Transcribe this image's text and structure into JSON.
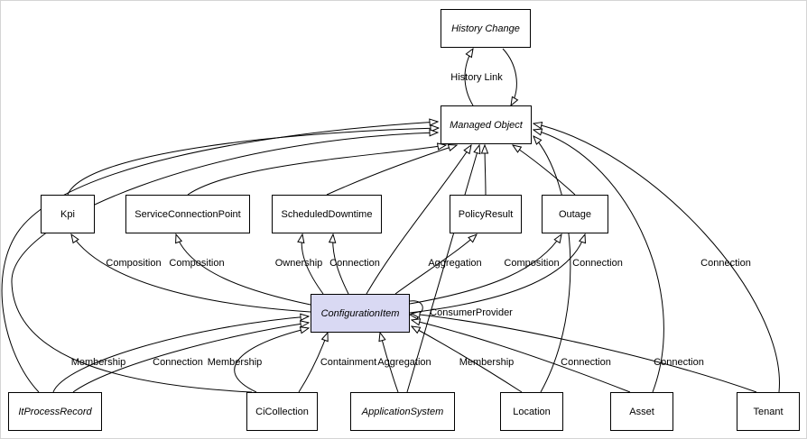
{
  "diagram_type": "uml-class-diagram",
  "colors": {
    "node_border": "#000000",
    "node_fill": "#ffffff",
    "highlight_fill": "#d9d9f3",
    "edge_color": "#000000",
    "background": "#ffffff"
  },
  "nodes": {
    "history_change": {
      "label": "History Change",
      "abstract": true
    },
    "managed_object": {
      "label": "Managed Object",
      "abstract": true
    },
    "kpi": {
      "label": "Kpi",
      "abstract": false
    },
    "service_connection_point": {
      "label": "ServiceConnectionPoint",
      "abstract": false
    },
    "scheduled_downtime": {
      "label": "ScheduledDowntime",
      "abstract": false
    },
    "policy_result": {
      "label": "PolicyResult",
      "abstract": false
    },
    "outage": {
      "label": "Outage",
      "abstract": false
    },
    "configuration_item": {
      "label": "ConfigurationItem",
      "abstract": true,
      "highlighted": true
    },
    "it_process_record": {
      "label": "ItProcessRecord",
      "abstract": true
    },
    "ci_collection": {
      "label": "CiCollection",
      "abstract": false
    },
    "application_system": {
      "label": "ApplicationSystem",
      "abstract": true
    },
    "location": {
      "label": "Location",
      "abstract": false
    },
    "asset": {
      "label": "Asset",
      "abstract": false
    },
    "tenant": {
      "label": "Tenant",
      "abstract": false
    }
  },
  "edge_labels": [
    {
      "text": "History Link"
    },
    {
      "text": "Composition"
    },
    {
      "text": "Composition"
    },
    {
      "text": "Ownership"
    },
    {
      "text": "Connection"
    },
    {
      "text": "Aggregation"
    },
    {
      "text": "Composition"
    },
    {
      "text": "Connection"
    },
    {
      "text": "Connection"
    },
    {
      "text": "ConsumerProvider"
    },
    {
      "text": "Membership"
    },
    {
      "text": "Connection"
    },
    {
      "text": "Membership"
    },
    {
      "text": "Containment"
    },
    {
      "text": "Aggregation"
    },
    {
      "text": "Membership"
    },
    {
      "text": "Connection"
    },
    {
      "text": "Connection"
    }
  ],
  "edges": [
    {
      "from": "History Change",
      "to": "Managed Object",
      "label": "History Link"
    },
    {
      "from": "Kpi",
      "to": "Managed Object",
      "label": ""
    },
    {
      "from": "ServiceConnectionPoint",
      "to": "Managed Object",
      "label": ""
    },
    {
      "from": "ScheduledDowntime",
      "to": "Managed Object",
      "label": ""
    },
    {
      "from": "PolicyResult",
      "to": "Managed Object",
      "label": ""
    },
    {
      "from": "Outage",
      "to": "Managed Object",
      "label": ""
    },
    {
      "from": "ConfigurationItem",
      "to": "Managed Object",
      "label": ""
    },
    {
      "from": "ItProcessRecord",
      "to": "Managed Object",
      "label": ""
    },
    {
      "from": "CiCollection",
      "to": "Managed Object",
      "label": ""
    },
    {
      "from": "ApplicationSystem",
      "to": "Managed Object",
      "label": ""
    },
    {
      "from": "Location",
      "to": "Managed Object",
      "label": ""
    },
    {
      "from": "Asset",
      "to": "Managed Object",
      "label": ""
    },
    {
      "from": "Tenant",
      "to": "Managed Object",
      "label": "Connection"
    },
    {
      "from": "ConfigurationItem",
      "to": "Kpi",
      "label": "Composition"
    },
    {
      "from": "ConfigurationItem",
      "to": "ServiceConnectionPoint",
      "label": "Composition"
    },
    {
      "from": "ConfigurationItem",
      "to": "ScheduledDowntime",
      "label": "Ownership"
    },
    {
      "from": "ConfigurationItem",
      "to": "ScheduledDowntime",
      "label": "Connection"
    },
    {
      "from": "ConfigurationItem",
      "to": "PolicyResult",
      "label": "Aggregation"
    },
    {
      "from": "ConfigurationItem",
      "to": "Outage",
      "label": "Composition"
    },
    {
      "from": "ConfigurationItem",
      "to": "Outage",
      "label": "Connection"
    },
    {
      "from": "ConfigurationItem",
      "to": "ConfigurationItem",
      "label": "ConsumerProvider"
    },
    {
      "from": "ItProcessRecord",
      "to": "ConfigurationItem",
      "label": "Membership"
    },
    {
      "from": "ItProcessRecord",
      "to": "ConfigurationItem",
      "label": "Connection"
    },
    {
      "from": "CiCollection",
      "to": "ConfigurationItem",
      "label": "Membership"
    },
    {
      "from": "CiCollection",
      "to": "ConfigurationItem",
      "label": "Containment"
    },
    {
      "from": "ApplicationSystem",
      "to": "ConfigurationItem",
      "label": "Aggregation"
    },
    {
      "from": "Location",
      "to": "ConfigurationItem",
      "label": "Membership"
    },
    {
      "from": "Asset",
      "to": "ConfigurationItem",
      "label": "Connection"
    },
    {
      "from": "Tenant",
      "to": "ConfigurationItem",
      "label": "Connection"
    }
  ]
}
